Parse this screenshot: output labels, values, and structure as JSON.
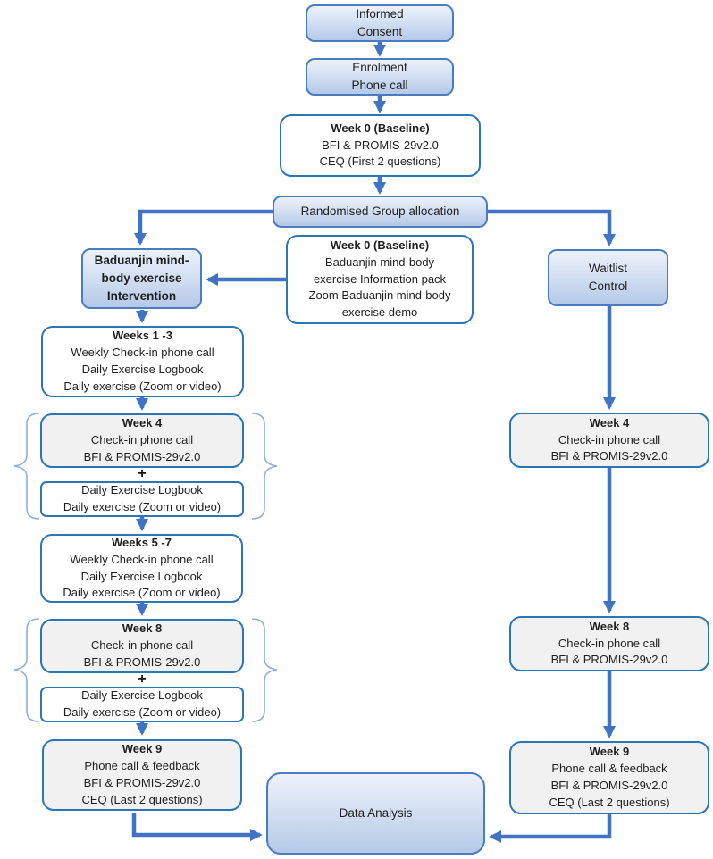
{
  "colors": {
    "arrow_blue": "#4173C4",
    "box_border_blue": "#2E75B6",
    "gradient_box_border": "#4A7CBF",
    "gradient_top": "#ECF2FB",
    "gradient_bottom": "#B5C9E8",
    "grey_fill": "#F1F1F1",
    "brace_blue": "#8FAEDC",
    "text": "#1F1F1F"
  },
  "flow": {
    "informed_consent": {
      "line1": "Informed",
      "line2": "Consent"
    },
    "enrolment": {
      "line1": "Enrolment",
      "line2": "Phone call"
    },
    "week0_baseline": {
      "title": "Week 0 (Baseline)",
      "line1": "BFI & PROMIS-29v2.0",
      "line2": "CEQ (First 2 questions)"
    },
    "randomisation": {
      "label": "Randomised Group allocation"
    },
    "intervention_group": {
      "line1": "Baduanjin mind-",
      "line2": "body exercise",
      "line3": "Intervention"
    },
    "week0_info": {
      "title": "Week 0 (Baseline)",
      "line1": "Baduanjin mind-body",
      "line2": "exercise Information pack",
      "line3": "Zoom Baduanjin mind-body",
      "line4": "exercise demo"
    },
    "waitlist_control": {
      "line1": "Waitlist",
      "line2": "Control"
    },
    "weeks_1_3": {
      "title": "Weeks 1 -3",
      "line1": "Weekly Check-in phone call",
      "line2": "Daily Exercise Logbook",
      "line3": "Daily exercise (Zoom or video)"
    },
    "week4_intervention": {
      "title": "Week 4",
      "line1": "Check-in phone call",
      "line2": "BFI & PROMIS-29v2.0"
    },
    "plus_sign": "+",
    "logbook": {
      "line1": "Daily Exercise Logbook",
      "line2": "Daily exercise (Zoom or video)"
    },
    "weeks_5_7": {
      "title": "Weeks 5 -7",
      "line1": "Weekly Check-in phone call",
      "line2": "Daily Exercise Logbook",
      "line3": "Daily exercise (Zoom or video)"
    },
    "week8_intervention": {
      "title": "Week 8",
      "line1": "Check-in phone call",
      "line2": "BFI & PROMIS-29v2.0"
    },
    "week9_intervention": {
      "title": "Week 9",
      "line1": "Phone call & feedback",
      "line2": "BFI & PROMIS-29v2.0",
      "line3": "CEQ  (Last 2 questions)"
    },
    "week4_control": {
      "title": "Week 4",
      "line1": "Check-in phone call",
      "line2": "BFI & PROMIS-29v2.0"
    },
    "week8_control": {
      "title": "Week 8",
      "line1": "Check-in phone call",
      "line2": "BFI & PROMIS-29v2.0"
    },
    "week9_control": {
      "title": "Week 9",
      "line1": "Phone call & feedback",
      "line2": "BFI & PROMIS-29v2.0",
      "line3": "CEQ  (Last 2 questions)"
    },
    "data_analysis": {
      "label": "Data Analysis"
    }
  }
}
